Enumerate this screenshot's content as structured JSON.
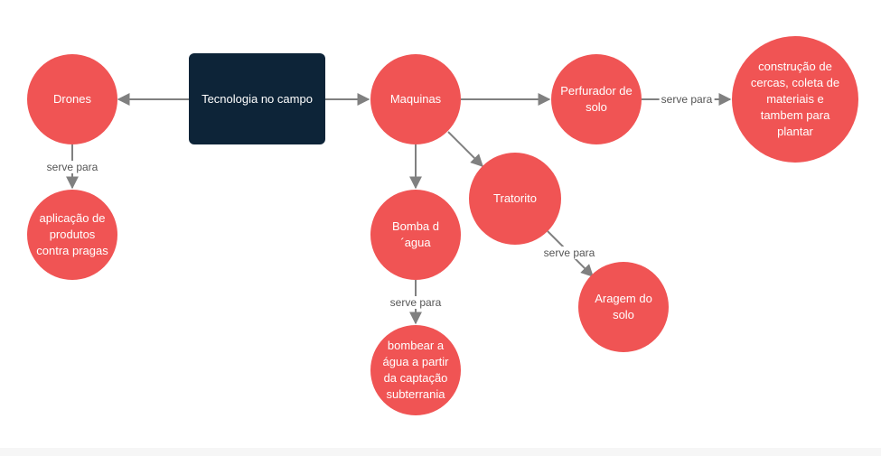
{
  "colors": {
    "circle_fill": "#f05454",
    "root_fill": "#0d2438",
    "edge": "#808080",
    "label_text": "#555555"
  },
  "nodes": {
    "root": "Tecnologia  no campo",
    "drones": "Drones",
    "maquinas": "Maquinas",
    "perfurador": "Perfurador de solo",
    "construcao": "construção de cercas, coleta de materiais e tambem para plantar",
    "aplicacao": "aplicação de produtos contra pragas",
    "bomba": "Bomba d´agua",
    "tratorito": "Tratorito",
    "bombear": "bombear a água a partir da captação subterrania",
    "aragem": "Aragem do solo"
  },
  "edge_labels": {
    "drones_aplicacao": "serve para",
    "perfurador_construcao": "serve para",
    "bomba_bombear": "serve para",
    "tratorito_aragem": "serve para"
  }
}
